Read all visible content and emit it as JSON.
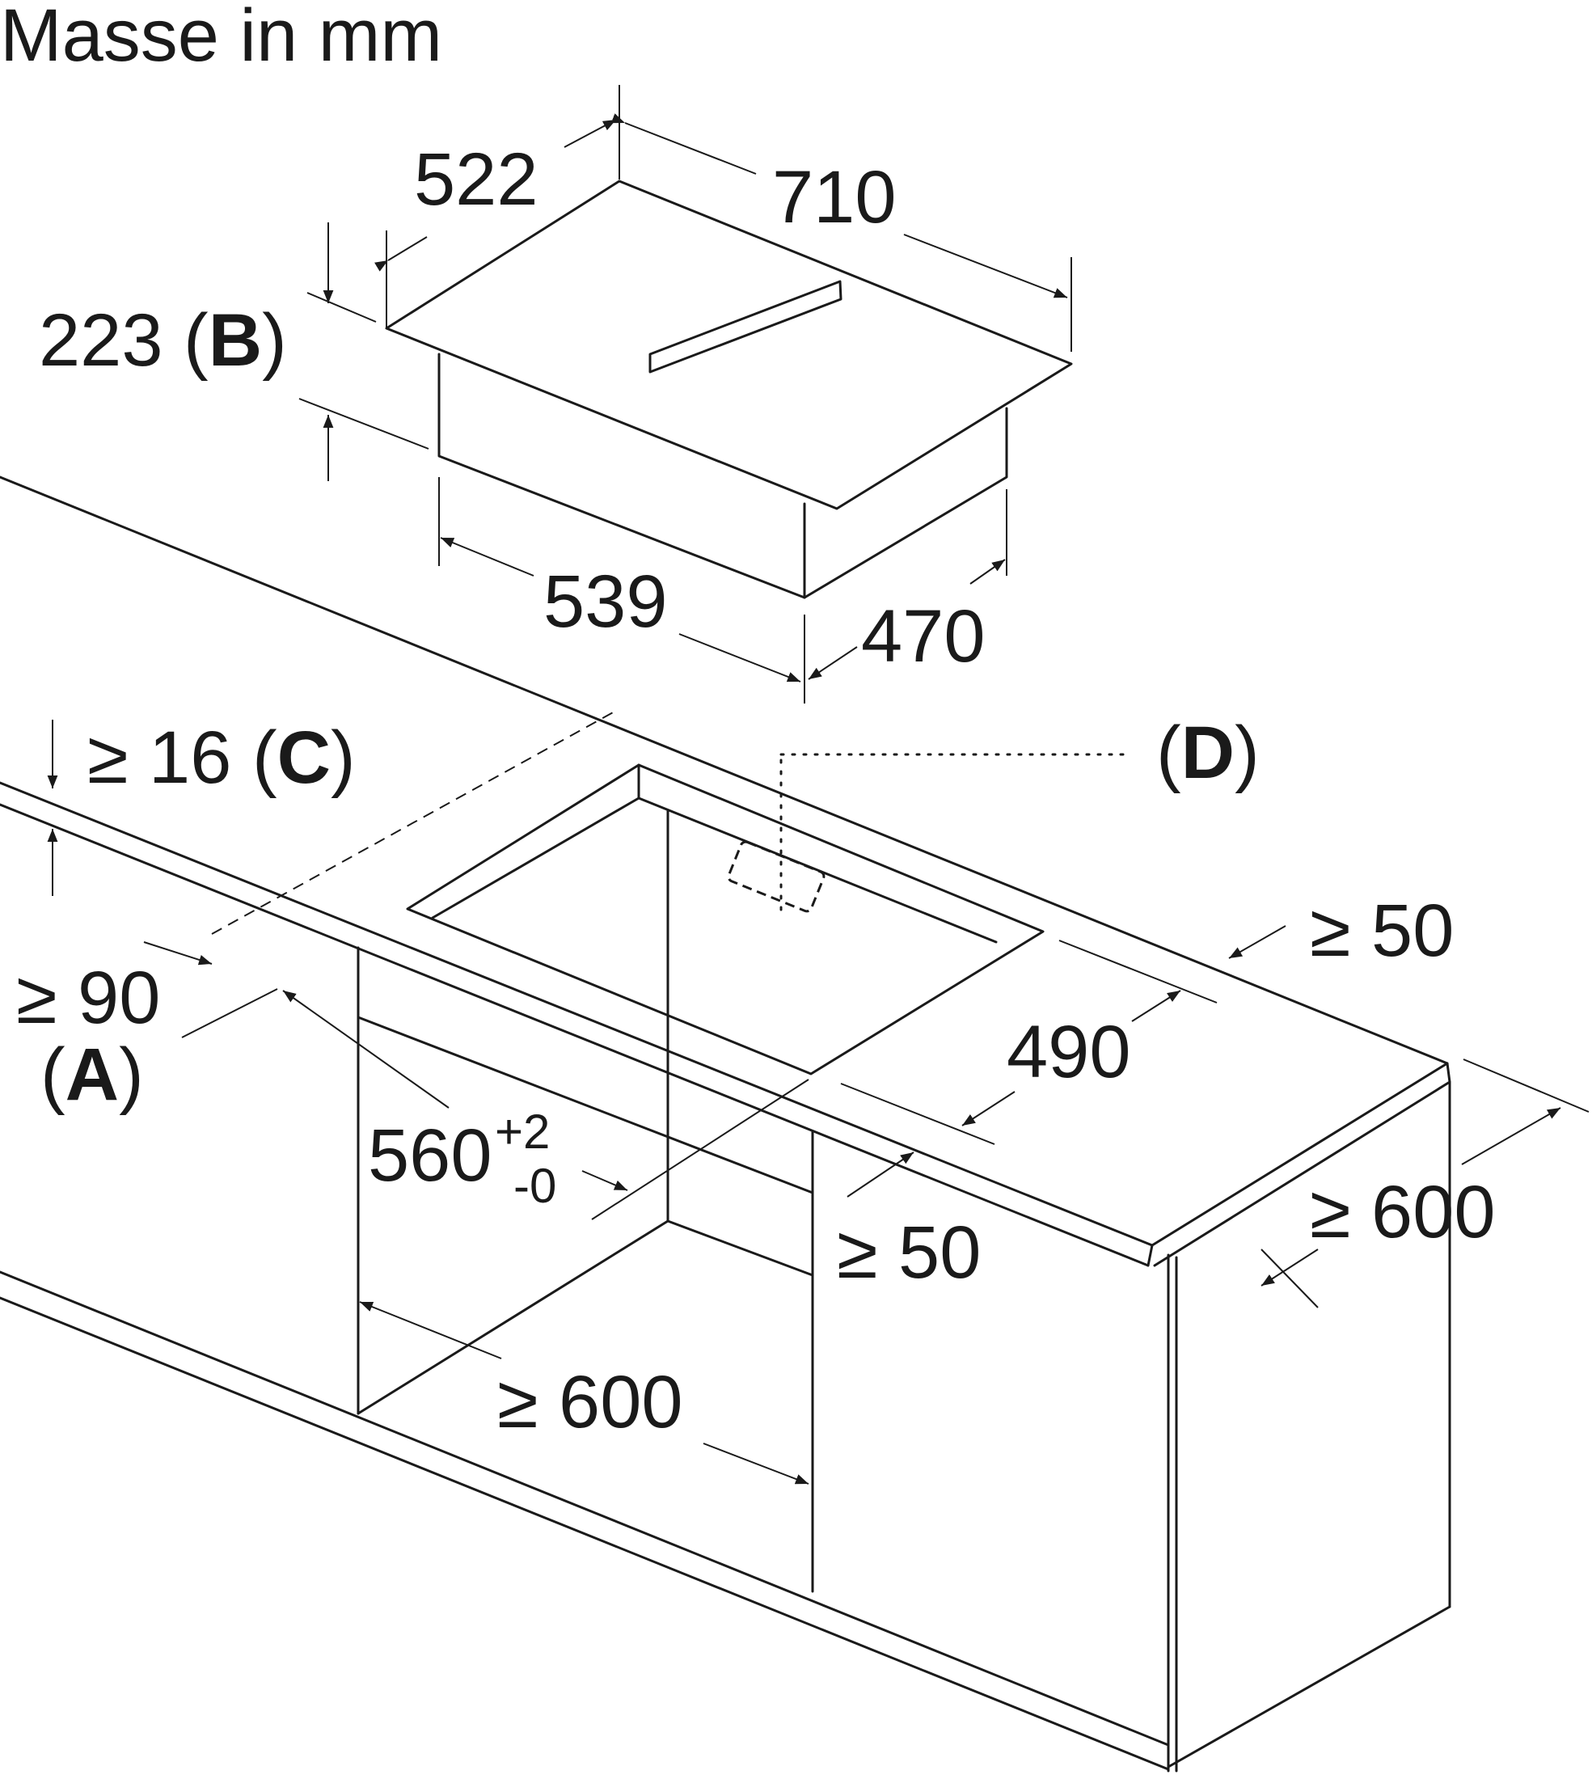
{
  "title": "Masse in mm",
  "dimensions": {
    "width_top": "710",
    "depth_top": "522",
    "height_total": "223",
    "height_ref_open": " (",
    "height_ref": "B",
    "height_ref_close": ")",
    "body_width": "539",
    "body_depth": "470",
    "worktop_thickness": "≥ 16",
    "worktop_ref_open": " (",
    "worktop_ref": "C",
    "worktop_ref_close": ")",
    "front_distance": "≥ 90",
    "front_ref_open": "(",
    "front_ref": "A",
    "front_ref_close": ")",
    "cutout_width": "560",
    "cutout_tol_plus": "+2",
    "cutout_tol_minus": "-0",
    "cutout_depth": "490",
    "rear_distance": "≥ 50",
    "side_distance": "≥ 50",
    "worktop_depth": "≥ 600",
    "cabinet_width": "≥ 600",
    "detail_open": "(",
    "detail_ref": "D",
    "detail_close": ")"
  }
}
